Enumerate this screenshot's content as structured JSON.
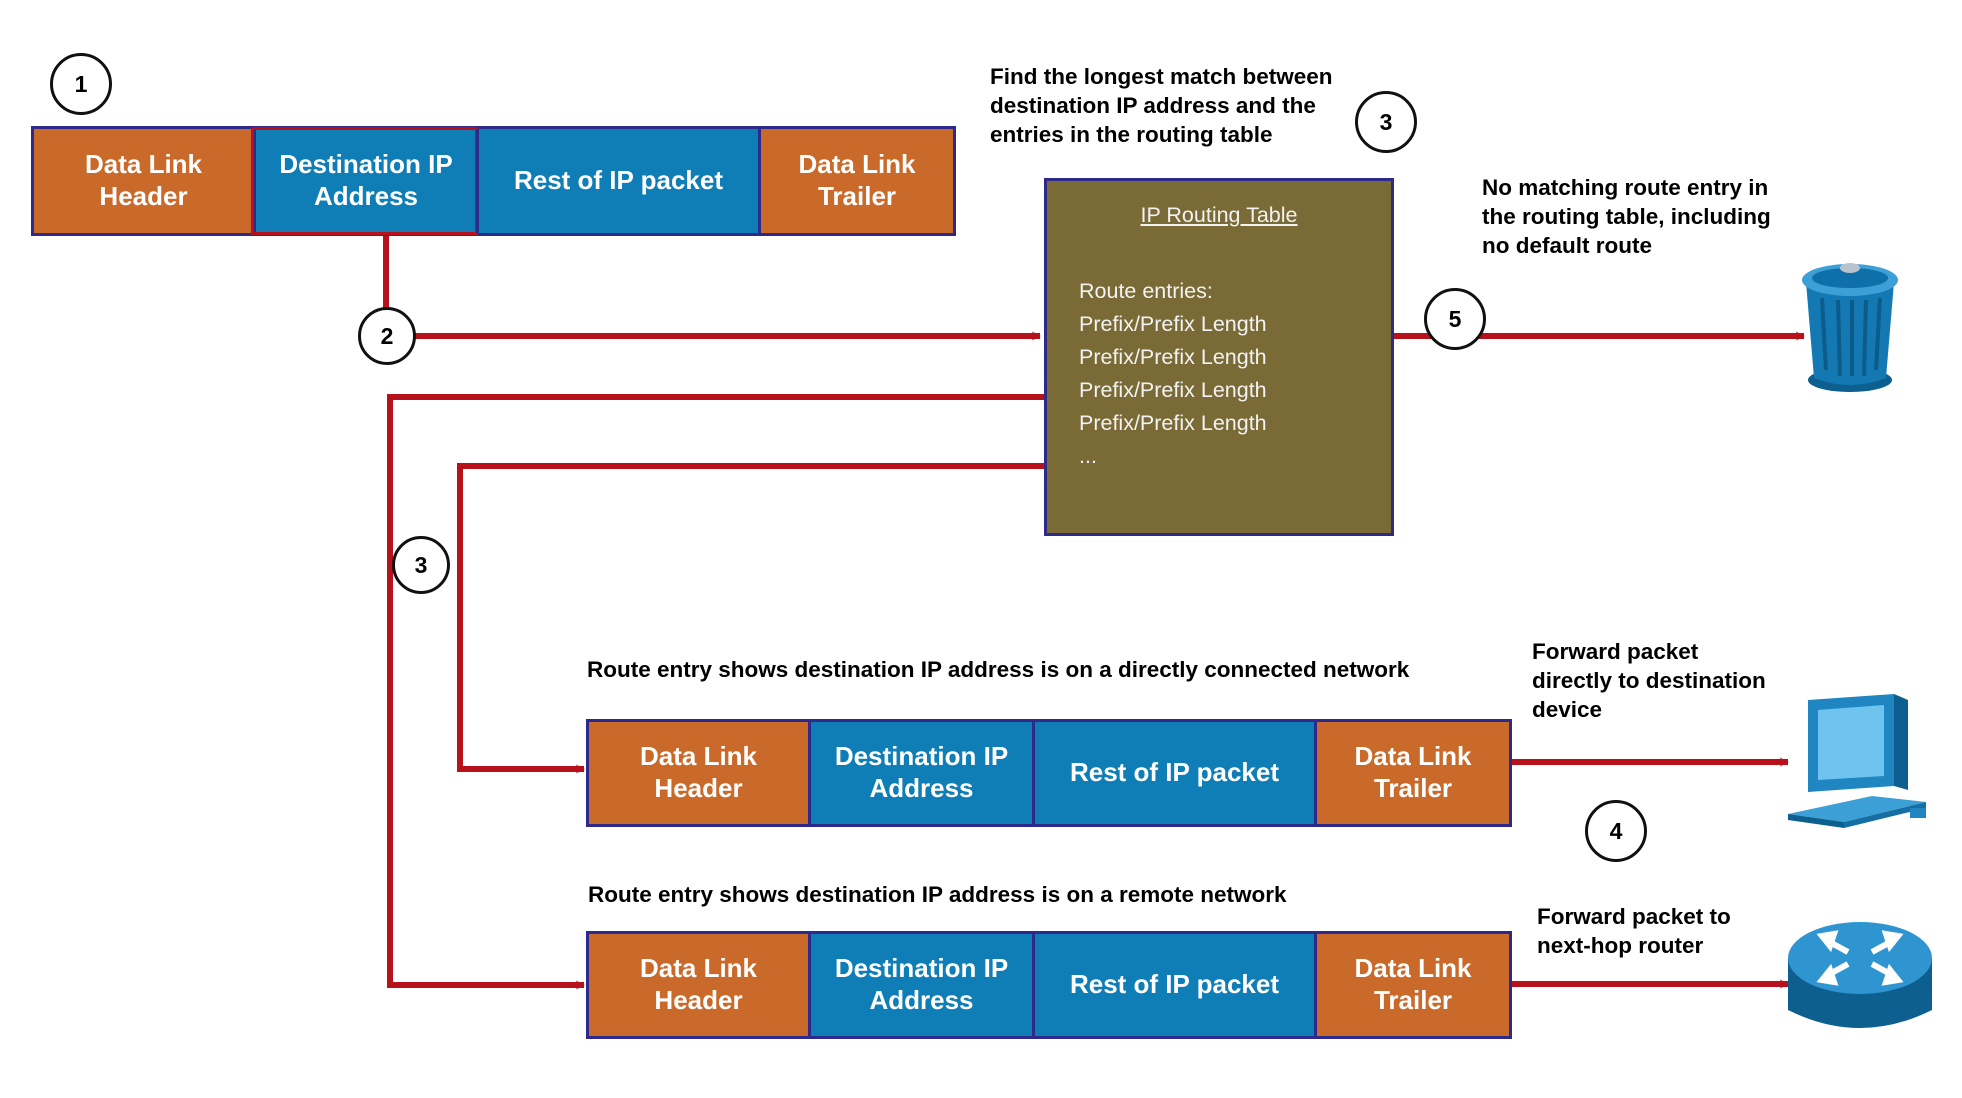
{
  "steps": {
    "s1": "1",
    "s2": "2",
    "s3_top": "3",
    "s3_left": "3",
    "s4": "4",
    "s5": "5"
  },
  "packet_top": {
    "header": "Data Link\nHeader",
    "dest": "Destination IP\nAddress",
    "rest": "Rest of IP packet",
    "trailer": "Data Link\nTrailer"
  },
  "packet_direct": {
    "header": "Data Link\nHeader",
    "dest": "Destination IP\nAddress",
    "rest": "Rest of IP packet",
    "trailer": "Data Link\nTrailer"
  },
  "packet_remote": {
    "header": "Data Link\nHeader",
    "dest": "Destination IP\nAddress",
    "rest": "Rest of IP packet",
    "trailer": "Data Link\nTrailer"
  },
  "routing_table": {
    "title": "IP Routing Table",
    "entries": [
      "Route entries:",
      "Prefix/Prefix Length",
      "Prefix/Prefix Length",
      "Prefix/Prefix Length",
      "Prefix/Prefix Length",
      "..."
    ]
  },
  "labels": {
    "longest_match": "Find the longest match between\ndestination IP address and the\nentries in the routing table",
    "no_match": "No matching route entry in\nthe routing table, including\nno default route",
    "direct": "Route entry shows destination IP address is on a directly connected network",
    "remote": "Route entry shows destination IP address is on a remote network",
    "forward_direct": "Forward packet\ndirectly to destination\ndevice",
    "forward_remote": "Forward packet to\nnext-hop router"
  },
  "icons": {
    "discard": "trash-can-icon",
    "destination": "computer-icon",
    "next_hop": "router-icon"
  },
  "colors": {
    "arrow": "#b5121b",
    "header_trailer": "#c9692a",
    "ip_fields": "#0f7db6",
    "frame_border": "#2e2a8c",
    "routing_table": "#7a6b36"
  }
}
